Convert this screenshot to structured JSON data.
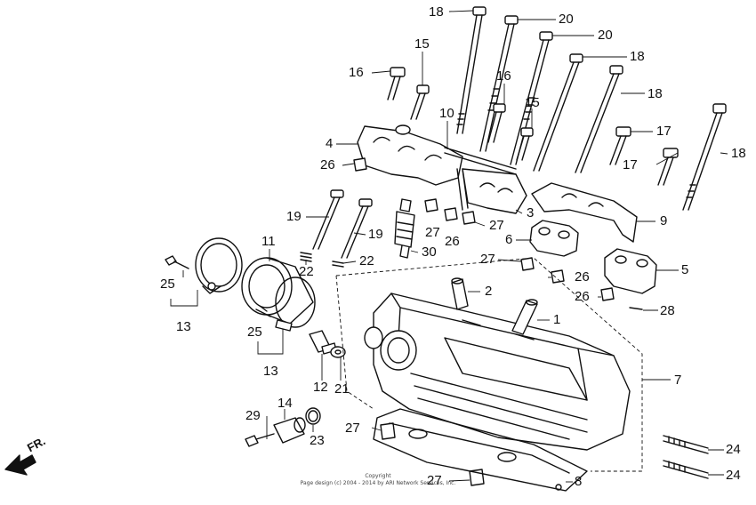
{
  "callouts": [
    {
      "id": "c18a",
      "text": "18"
    },
    {
      "id": "c20a",
      "text": "20"
    },
    {
      "id": "c20b",
      "text": "20"
    },
    {
      "id": "c15a",
      "text": "15"
    },
    {
      "id": "c18b",
      "text": "18"
    },
    {
      "id": "c16a",
      "text": "16"
    },
    {
      "id": "c16b",
      "text": "16"
    },
    {
      "id": "c18c",
      "text": "18"
    },
    {
      "id": "c10",
      "text": "10"
    },
    {
      "id": "c15b",
      "text": "15"
    },
    {
      "id": "c4",
      "text": "4"
    },
    {
      "id": "c17a",
      "text": "17"
    },
    {
      "id": "c26a",
      "text": "26"
    },
    {
      "id": "c17b",
      "text": "17"
    },
    {
      "id": "c18d",
      "text": "18"
    },
    {
      "id": "c3",
      "text": "3"
    },
    {
      "id": "c19a",
      "text": "19"
    },
    {
      "id": "c9",
      "text": "9"
    },
    {
      "id": "c27a",
      "text": "27"
    },
    {
      "id": "c26b",
      "text": "26"
    },
    {
      "id": "c27b",
      "text": "27"
    },
    {
      "id": "c11",
      "text": "11"
    },
    {
      "id": "c19b",
      "text": "19"
    },
    {
      "id": "c6",
      "text": "6"
    },
    {
      "id": "c30",
      "text": "30"
    },
    {
      "id": "c22a",
      "text": "22"
    },
    {
      "id": "c22b",
      "text": "22"
    },
    {
      "id": "c27c",
      "text": "27"
    },
    {
      "id": "c5",
      "text": "5"
    },
    {
      "id": "c25a",
      "text": "25"
    },
    {
      "id": "c26c",
      "text": "26"
    },
    {
      "id": "c2",
      "text": "2"
    },
    {
      "id": "c26d",
      "text": "26"
    },
    {
      "id": "c13a",
      "text": "13"
    },
    {
      "id": "c28",
      "text": "28"
    },
    {
      "id": "c1",
      "text": "1"
    },
    {
      "id": "c25b",
      "text": "25"
    },
    {
      "id": "c13b",
      "text": "13"
    },
    {
      "id": "c12",
      "text": "12"
    },
    {
      "id": "c21",
      "text": "21"
    },
    {
      "id": "c7",
      "text": "7"
    },
    {
      "id": "c14",
      "text": "14"
    },
    {
      "id": "c29",
      "text": "29"
    },
    {
      "id": "c23",
      "text": "23"
    },
    {
      "id": "c27d",
      "text": "27"
    },
    {
      "id": "c24a",
      "text": "24"
    },
    {
      "id": "c24b",
      "text": "24"
    },
    {
      "id": "c27e",
      "text": "27"
    },
    {
      "id": "c8",
      "text": "8"
    }
  ],
  "direction_label": "FR.",
  "copyright": {
    "line1": "Copyright",
    "line2": "Page design (c) 2004 - 2014 by ARI Network Services, Inc."
  }
}
